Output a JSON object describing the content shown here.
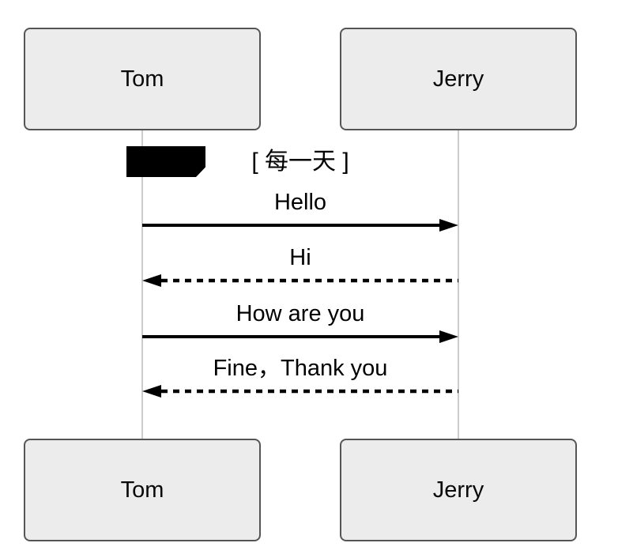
{
  "diagram": {
    "type": "sequence",
    "actors": [
      {
        "name": "Tom"
      },
      {
        "name": "Jerry"
      }
    ],
    "loop": {
      "condition": "[ 每一天 ]"
    },
    "messages": [
      {
        "from": "Tom",
        "to": "Jerry",
        "text": "Hello",
        "line": "solid",
        "direction": "right"
      },
      {
        "from": "Jerry",
        "to": "Tom",
        "text": "Hi",
        "line": "dashed",
        "direction": "left"
      },
      {
        "from": "Tom",
        "to": "Jerry",
        "text": "How are you",
        "line": "solid",
        "direction": "right"
      },
      {
        "from": "Jerry",
        "to": "Tom",
        "text": "Fine，Thank you",
        "line": "dashed",
        "direction": "left"
      }
    ],
    "colors": {
      "background": "#ffffff",
      "actor_fill": "#ececec",
      "actor_border": "#555555",
      "lifeline": "#cccccc",
      "message": "#000000",
      "loop_label_fill": "#000000"
    }
  }
}
